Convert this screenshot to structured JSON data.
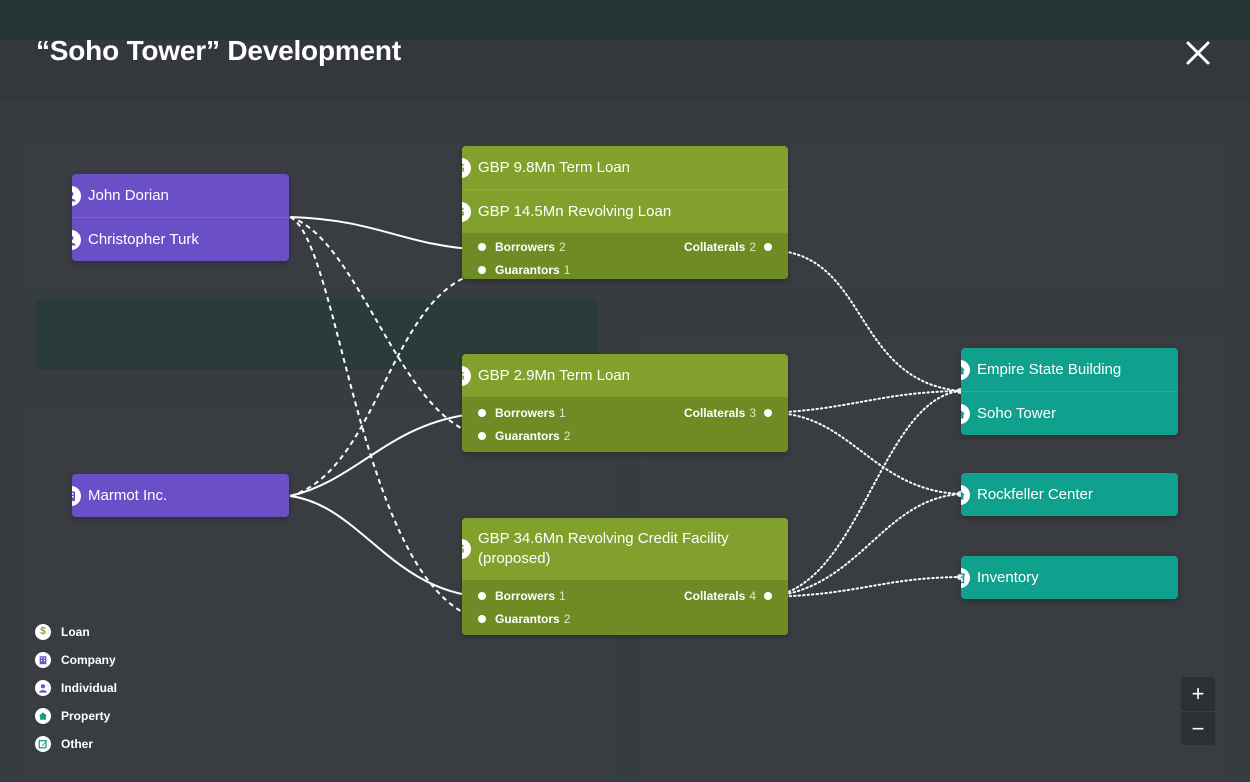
{
  "modal": {
    "title": "“Soho Tower” Development"
  },
  "parties": [
    {
      "name": "John Dorian",
      "type": "individual"
    },
    {
      "name": "Christopher Turk",
      "type": "individual"
    },
    {
      "name": "Marmot Inc.",
      "type": "company"
    }
  ],
  "loans": [
    {
      "lines": [
        "GBP 9.8Mn Term Loan",
        "GBP 14.5Mn Revolving Loan"
      ],
      "borrowers_label": "Borrowers",
      "borrowers": "2",
      "guarantors_label": "Guarantors",
      "guarantors": "1",
      "collaterals_label": "Collaterals",
      "collaterals": "2"
    },
    {
      "lines": [
        "GBP 2.9Mn Term Loan"
      ],
      "borrowers_label": "Borrowers",
      "borrowers": "1",
      "guarantors_label": "Guarantors",
      "guarantors": "2",
      "collaterals_label": "Collaterals",
      "collaterals": "3"
    },
    {
      "lines": [
        "GBP 34.6Mn Revolving Credit Facility (proposed)"
      ],
      "borrowers_label": "Borrowers",
      "borrowers": "1",
      "guarantors_label": "Guarantors",
      "guarantors": "2",
      "collaterals_label": "Collaterals",
      "collaterals": "4"
    }
  ],
  "collaterals": [
    {
      "name": "Empire State Building",
      "type": "property"
    },
    {
      "name": "Soho Tower",
      "type": "property"
    },
    {
      "name": "Rockfeller Center",
      "type": "property"
    },
    {
      "name": "Inventory",
      "type": "other"
    }
  ],
  "legend": [
    {
      "label": "Loan",
      "icon": "dollar-icon"
    },
    {
      "label": "Company",
      "icon": "building-icon"
    },
    {
      "label": "Individual",
      "icon": "person-icon"
    },
    {
      "label": "Property",
      "icon": "house-icon"
    },
    {
      "label": "Other",
      "icon": "edit-icon"
    }
  ],
  "zoom": {
    "in": "+",
    "out": "−"
  },
  "colors": {
    "party": "#6b4fc6",
    "loan": "#82a12c",
    "loan_footer": "#6f8b24",
    "property": "#0fa08e"
  }
}
